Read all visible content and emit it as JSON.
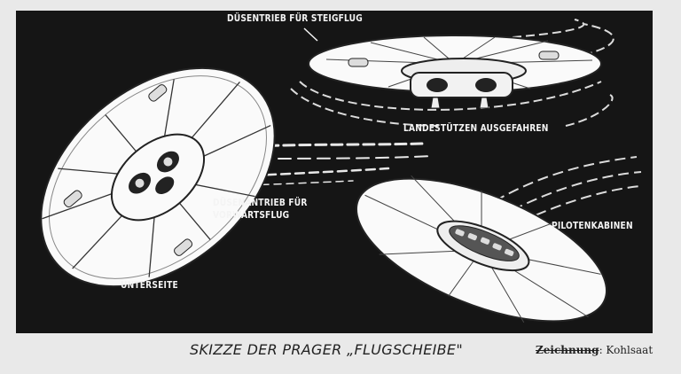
{
  "labels": {
    "top_thrust": "DÜSENTRIEB FÜR STEIGFLUG",
    "landing_gear": "LANDESTÜTZEN AUSGEFAHREN",
    "forward_thrust_line1": "DÜSENANTRIEB FÜR",
    "forward_thrust_line2": "VORWARTSFLUG",
    "cockpits": "PILOTENKABINEN",
    "underside": "UNTERSEITE"
  },
  "caption": "SKIZZE DER PRAGER „FLUGSCHEIBE\"",
  "credit": {
    "prefix": "Zeichnung",
    "name": ": Kohlsaat"
  },
  "colors": {
    "background": "#151515",
    "ink": "#f4f4f4",
    "paper": "#e9e9e9"
  }
}
